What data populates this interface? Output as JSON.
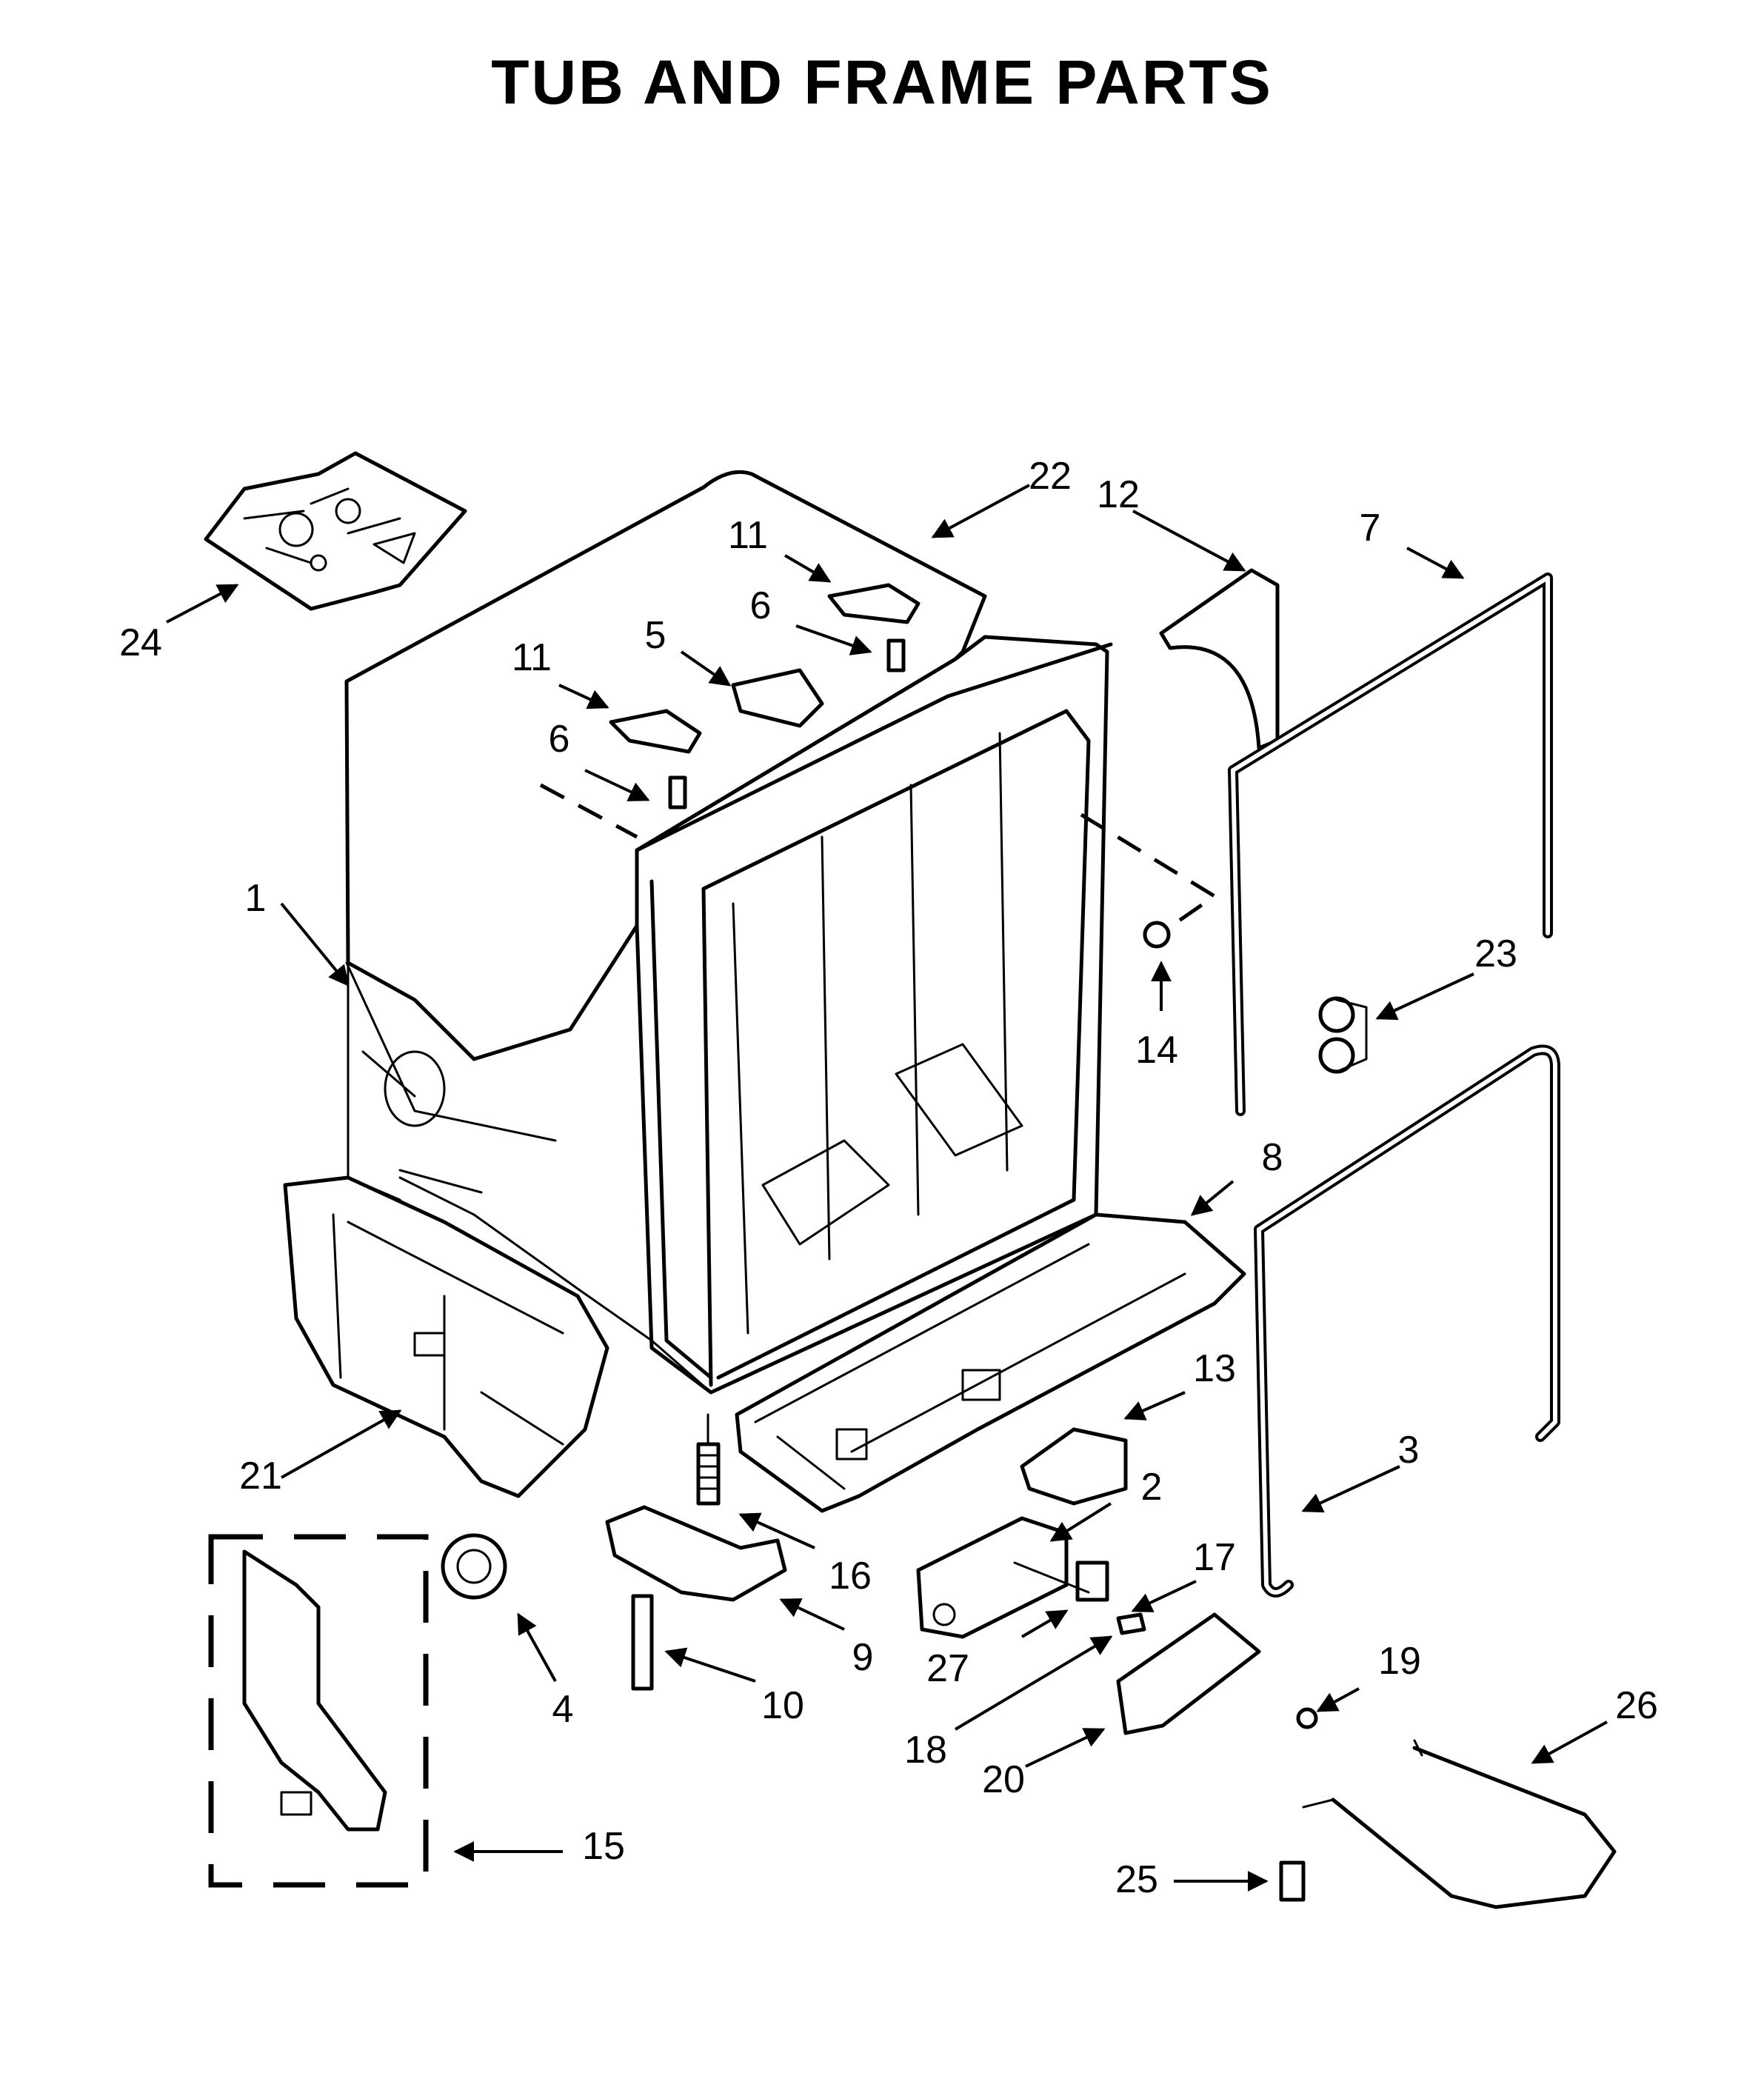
{
  "title": "TUB AND FRAME PARTS",
  "callouts": [
    "1",
    "2",
    "3",
    "4",
    "5",
    "6",
    "6",
    "7",
    "8",
    "9",
    "10",
    "11",
    "11",
    "12",
    "13",
    "14",
    "15",
    "16",
    "17",
    "18",
    "19",
    "20",
    "21",
    "22",
    "23",
    "24",
    "25",
    "26",
    "27"
  ],
  "colors": {
    "line": "#000000",
    "background": "#ffffff"
  }
}
